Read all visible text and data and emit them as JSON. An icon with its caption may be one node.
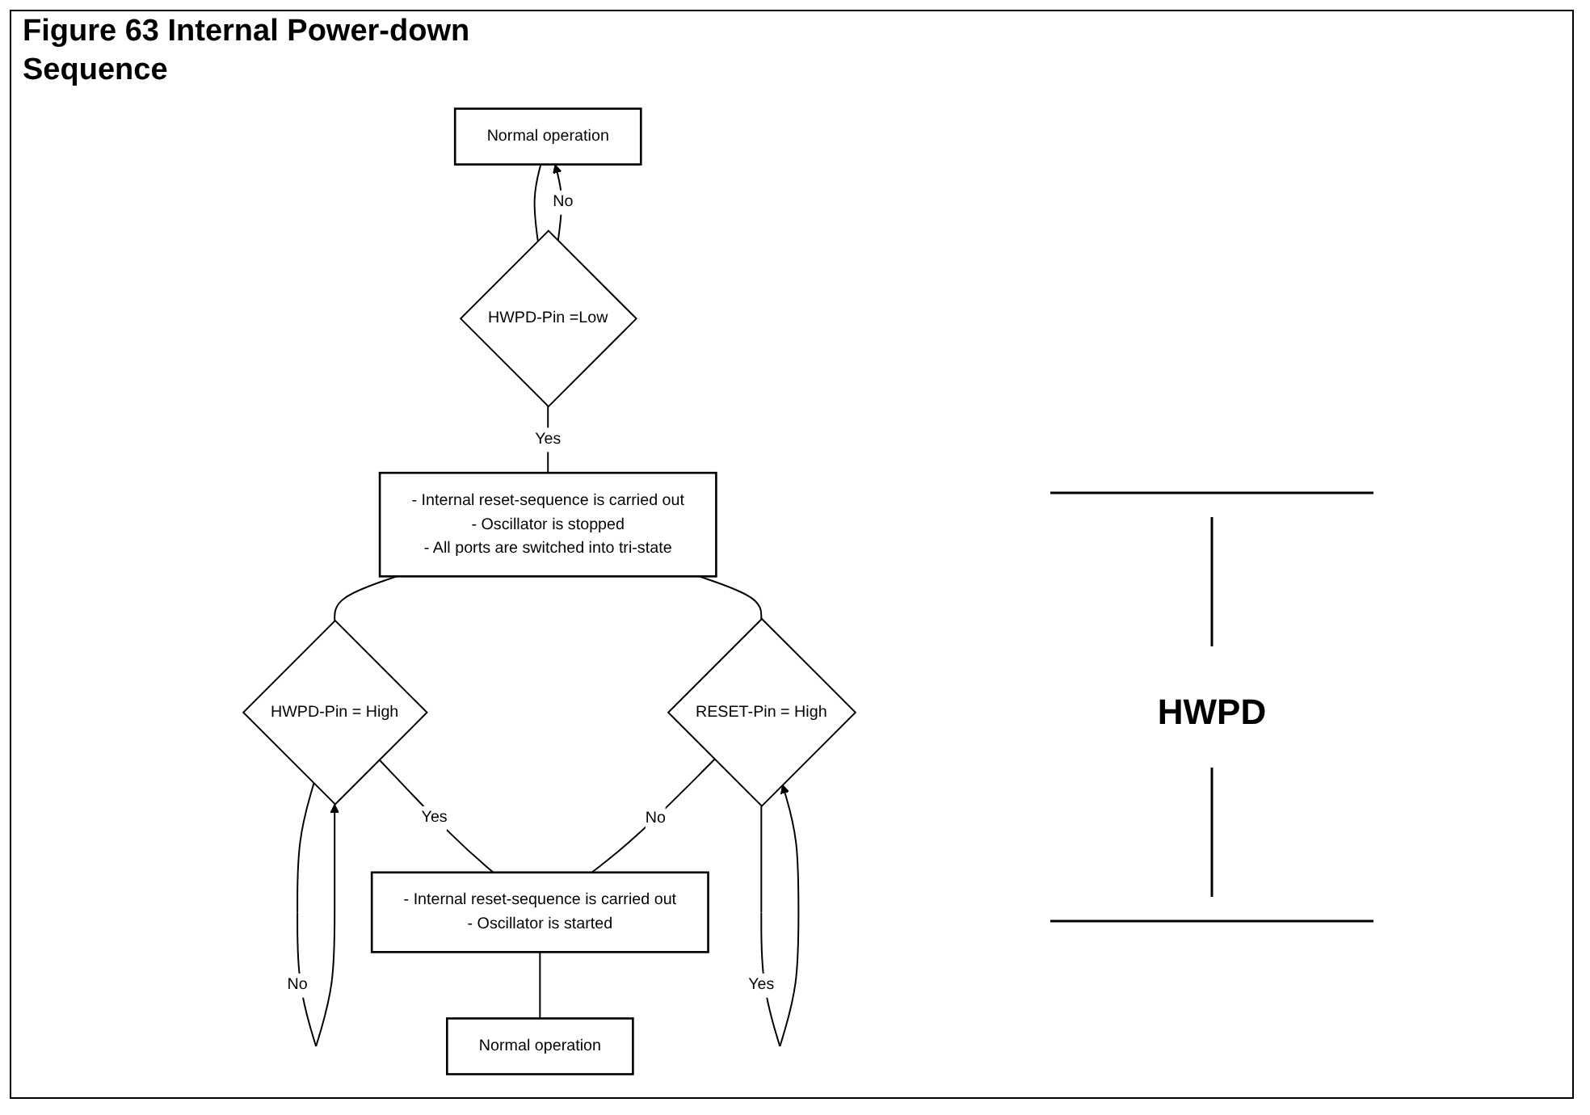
{
  "diagram": {
    "title": "Figure 63 Internal Power-down Sequence",
    "nodes": [
      {
        "text": [
          "Normal operation"
        ]
      },
      {
        "text": [
          "HWPD-Pin =Low"
        ]
      },
      {
        "text": [
          "- Internal reset-sequence is carried out",
          "- Oscillator is stopped",
          "- All ports are switched into tri-state"
        ]
      },
      {
        "text": [
          "HWPD-Pin = High"
        ]
      },
      {
        "text": [
          "RESET-Pin = High"
        ]
      },
      {
        "text": [
          "- Internal reset-sequence is carried out",
          "- Oscillator is started"
        ]
      },
      {
        "text": [
          "Normal operation"
        ]
      }
    ],
    "edges": [
      {
        "from": 0,
        "to": 1,
        "arrow": "none"
      },
      {
        "from": 1,
        "to": 0,
        "arrow": "to",
        "label": "No"
      },
      {
        "from": 1,
        "to": 2,
        "arrow": "none",
        "label": "Yes"
      },
      {
        "from": 2,
        "to": 3,
        "arrow": "none"
      },
      {
        "from": 2,
        "to": 4,
        "arrow": "none"
      },
      {
        "from": 3,
        "to": 3,
        "arrow": "to",
        "label": "No"
      },
      {
        "from": 4,
        "to": 4,
        "arrow": "to",
        "label": "Yes"
      },
      {
        "from": 3,
        "to": 5,
        "arrow": "none",
        "label": "Yes"
      },
      {
        "from": 4,
        "to": 5,
        "arrow": "none",
        "label": "No"
      },
      {
        "from": 5,
        "to": 6,
        "arrow": "none"
      }
    ],
    "labels": [
      "HWPD"
    ]
  }
}
